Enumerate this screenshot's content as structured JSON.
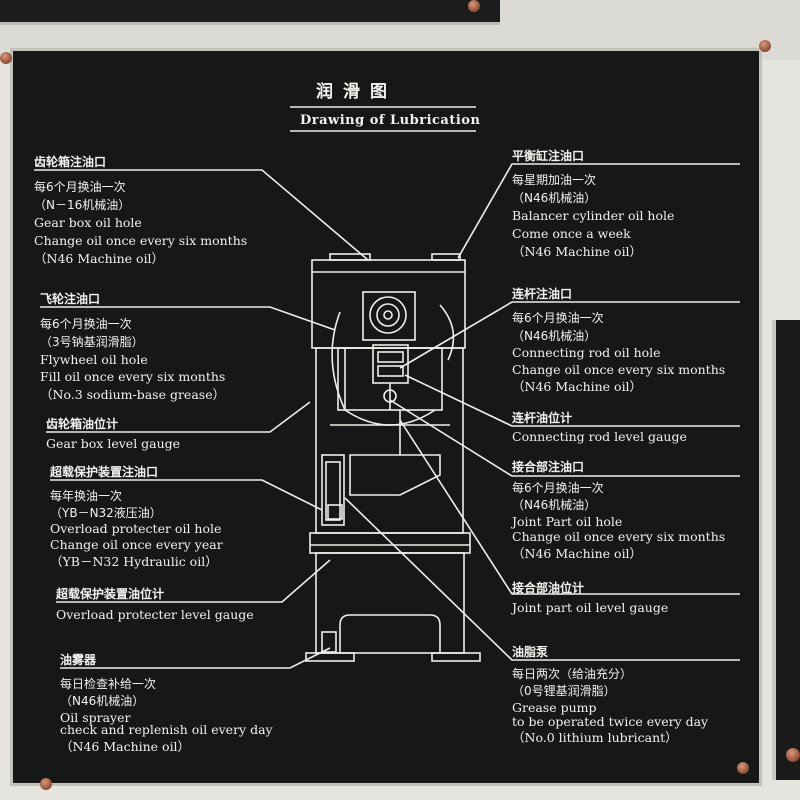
{
  "title": "润滑图",
  "subtitle": "Drawing of Lubrication",
  "left": [
    {
      "lines": [
        "齿轮箱注油口",
        "每6个月换油一次",
        "（N－16机械油）",
        "Gear box oil hole",
        "Change oil once every six months",
        "（N46 Machine oil）"
      ]
    },
    {
      "lines": [
        "飞轮注油口",
        "每6个月换油一次",
        "（3号钠基润滑脂）",
        "Flywheel oil hole",
        "Fill oil once every six months",
        "（No.3 sodium-base grease）"
      ]
    },
    {
      "lines": [
        "齿轮箱油位计",
        "Gear box level gauge"
      ]
    },
    {
      "lines": [
        "超载保护装置注油口",
        "每年换油一次",
        "（YB－N32液压油）",
        "Overload protecter oil hole",
        "Change oil once every year",
        "（YB－N32 Hydraulic oil）"
      ]
    },
    {
      "lines": [
        "超载保护装置油位计",
        "Overload protecter level gauge"
      ]
    },
    {
      "lines": [
        "油雾器",
        "每日检查补给一次",
        "（N46机械油）",
        "Oil sprayer",
        "check and replenish oil every day",
        "（N46 Machine oil）"
      ]
    }
  ],
  "right": [
    {
      "lines": [
        "平衡缸注油口",
        "每星期加油一次",
        "（N46机械油）",
        "Balancer cylinder oil hole",
        "Come once a week",
        "（N46 Machine oil）"
      ]
    },
    {
      "lines": [
        "连杆注油口",
        "每6个月换油一次",
        "（N46机械油）",
        "Connecting rod oil hole",
        "Change oil once every six months",
        "（N46 Machine oil）"
      ]
    },
    {
      "lines": [
        "连杆油位计",
        "Connecting rod level gauge"
      ]
    },
    {
      "lines": [
        "接合部注油口",
        "每6个月换油一次",
        "（N46机械油）",
        "Joint Part oil hole",
        "Change oil once every six months",
        "（N46 Machine oil）"
      ]
    },
    {
      "lines": [
        "接合部油位计",
        "Joint part oil level gauge"
      ]
    },
    {
      "lines": [
        "油脂泵",
        "每日两次（给油充分）",
        "（0号锂基润滑脂）",
        "Grease pump",
        "to be operated twice every day",
        "（No.0 lithium lubricant）"
      ]
    }
  ]
}
